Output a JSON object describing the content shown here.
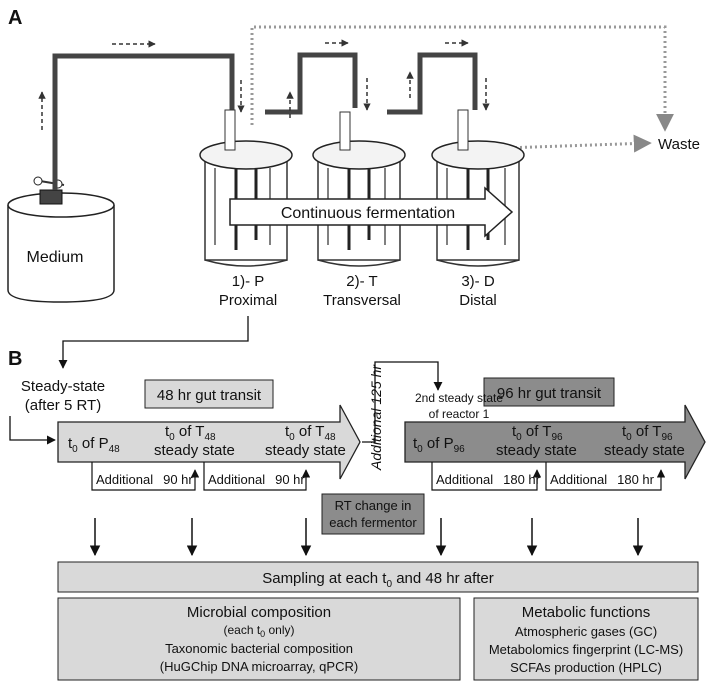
{
  "panel_a": {
    "label": "A",
    "medium_label": "Medium",
    "waste_label": "Waste",
    "continuous_label": "Continuous fermentation",
    "reactors": [
      {
        "number": "1)- P",
        "name": "Proximal"
      },
      {
        "number": "2)- T",
        "name": "Transversal"
      },
      {
        "number": "3)- D",
        "name": "Distal"
      }
    ]
  },
  "panel_b": {
    "label": "B",
    "steady_state": {
      "line1": "Steady-state",
      "line2": "(after 5 RT)"
    },
    "transit_48": "48 hr gut transit",
    "transit_96": "96 hr gut transit",
    "additional_125": "Additional  125 hr",
    "second_steady": {
      "line1": "2nd steady state",
      "line2": "of reactor 1"
    },
    "arrow1_items": [
      {
        "t0": "t",
        "sub0": "0",
        "of": " of P",
        "subof": "48",
        "line2": ""
      },
      {
        "t0": "t",
        "sub0": "0",
        "of": " of T",
        "subof": "48",
        "line2": "steady state"
      },
      {
        "t0": "t",
        "sub0": "0",
        "of": " of T",
        "subof": "48",
        "line2": "steady state"
      }
    ],
    "arrow2_items": [
      {
        "t0": "t",
        "sub0": "0",
        "of": " of P",
        "subof": "96",
        "line2": ""
      },
      {
        "t0": "t",
        "sub0": "0",
        "of": " of T",
        "subof": "96",
        "line2": "steady state"
      },
      {
        "t0": "t",
        "sub0": "0",
        "of": " of T",
        "subof": "96",
        "line2": "steady state"
      }
    ],
    "additional_boxes": [
      {
        "word": "Additional",
        "value": "90 hr"
      },
      {
        "word": "Additional",
        "value": "90 hr"
      },
      {
        "word": "Additional",
        "value": "180 hr"
      },
      {
        "word": "Additional",
        "value": "180 hr"
      }
    ],
    "rt_change": {
      "line1": "RT change in",
      "line2": "each fermentor"
    },
    "sampling": {
      "prefix": "Sampling at each t",
      "sub": "0",
      "suffix": " and 48 hr after"
    },
    "microbial": {
      "title": "Microbial composition",
      "line1": "(each t",
      "line1_sub": "0",
      "line1_end": " only)",
      "line2": "Taxonomic bacterial composition",
      "line3": "(HuGChip DNA microarray, qPCR)"
    },
    "metabolic": {
      "title": "Metabolic functions",
      "line1": "Atmospheric gases (GC)",
      "line2": "Metabolomics fingerprint (LC-MS)",
      "line3": "SCFAs production (HPLC)"
    }
  },
  "colors": {
    "light_gray": "#d9d9d9",
    "dark_gray": "#8c8c8c",
    "line": "#111111",
    "dotted": "#999999"
  }
}
